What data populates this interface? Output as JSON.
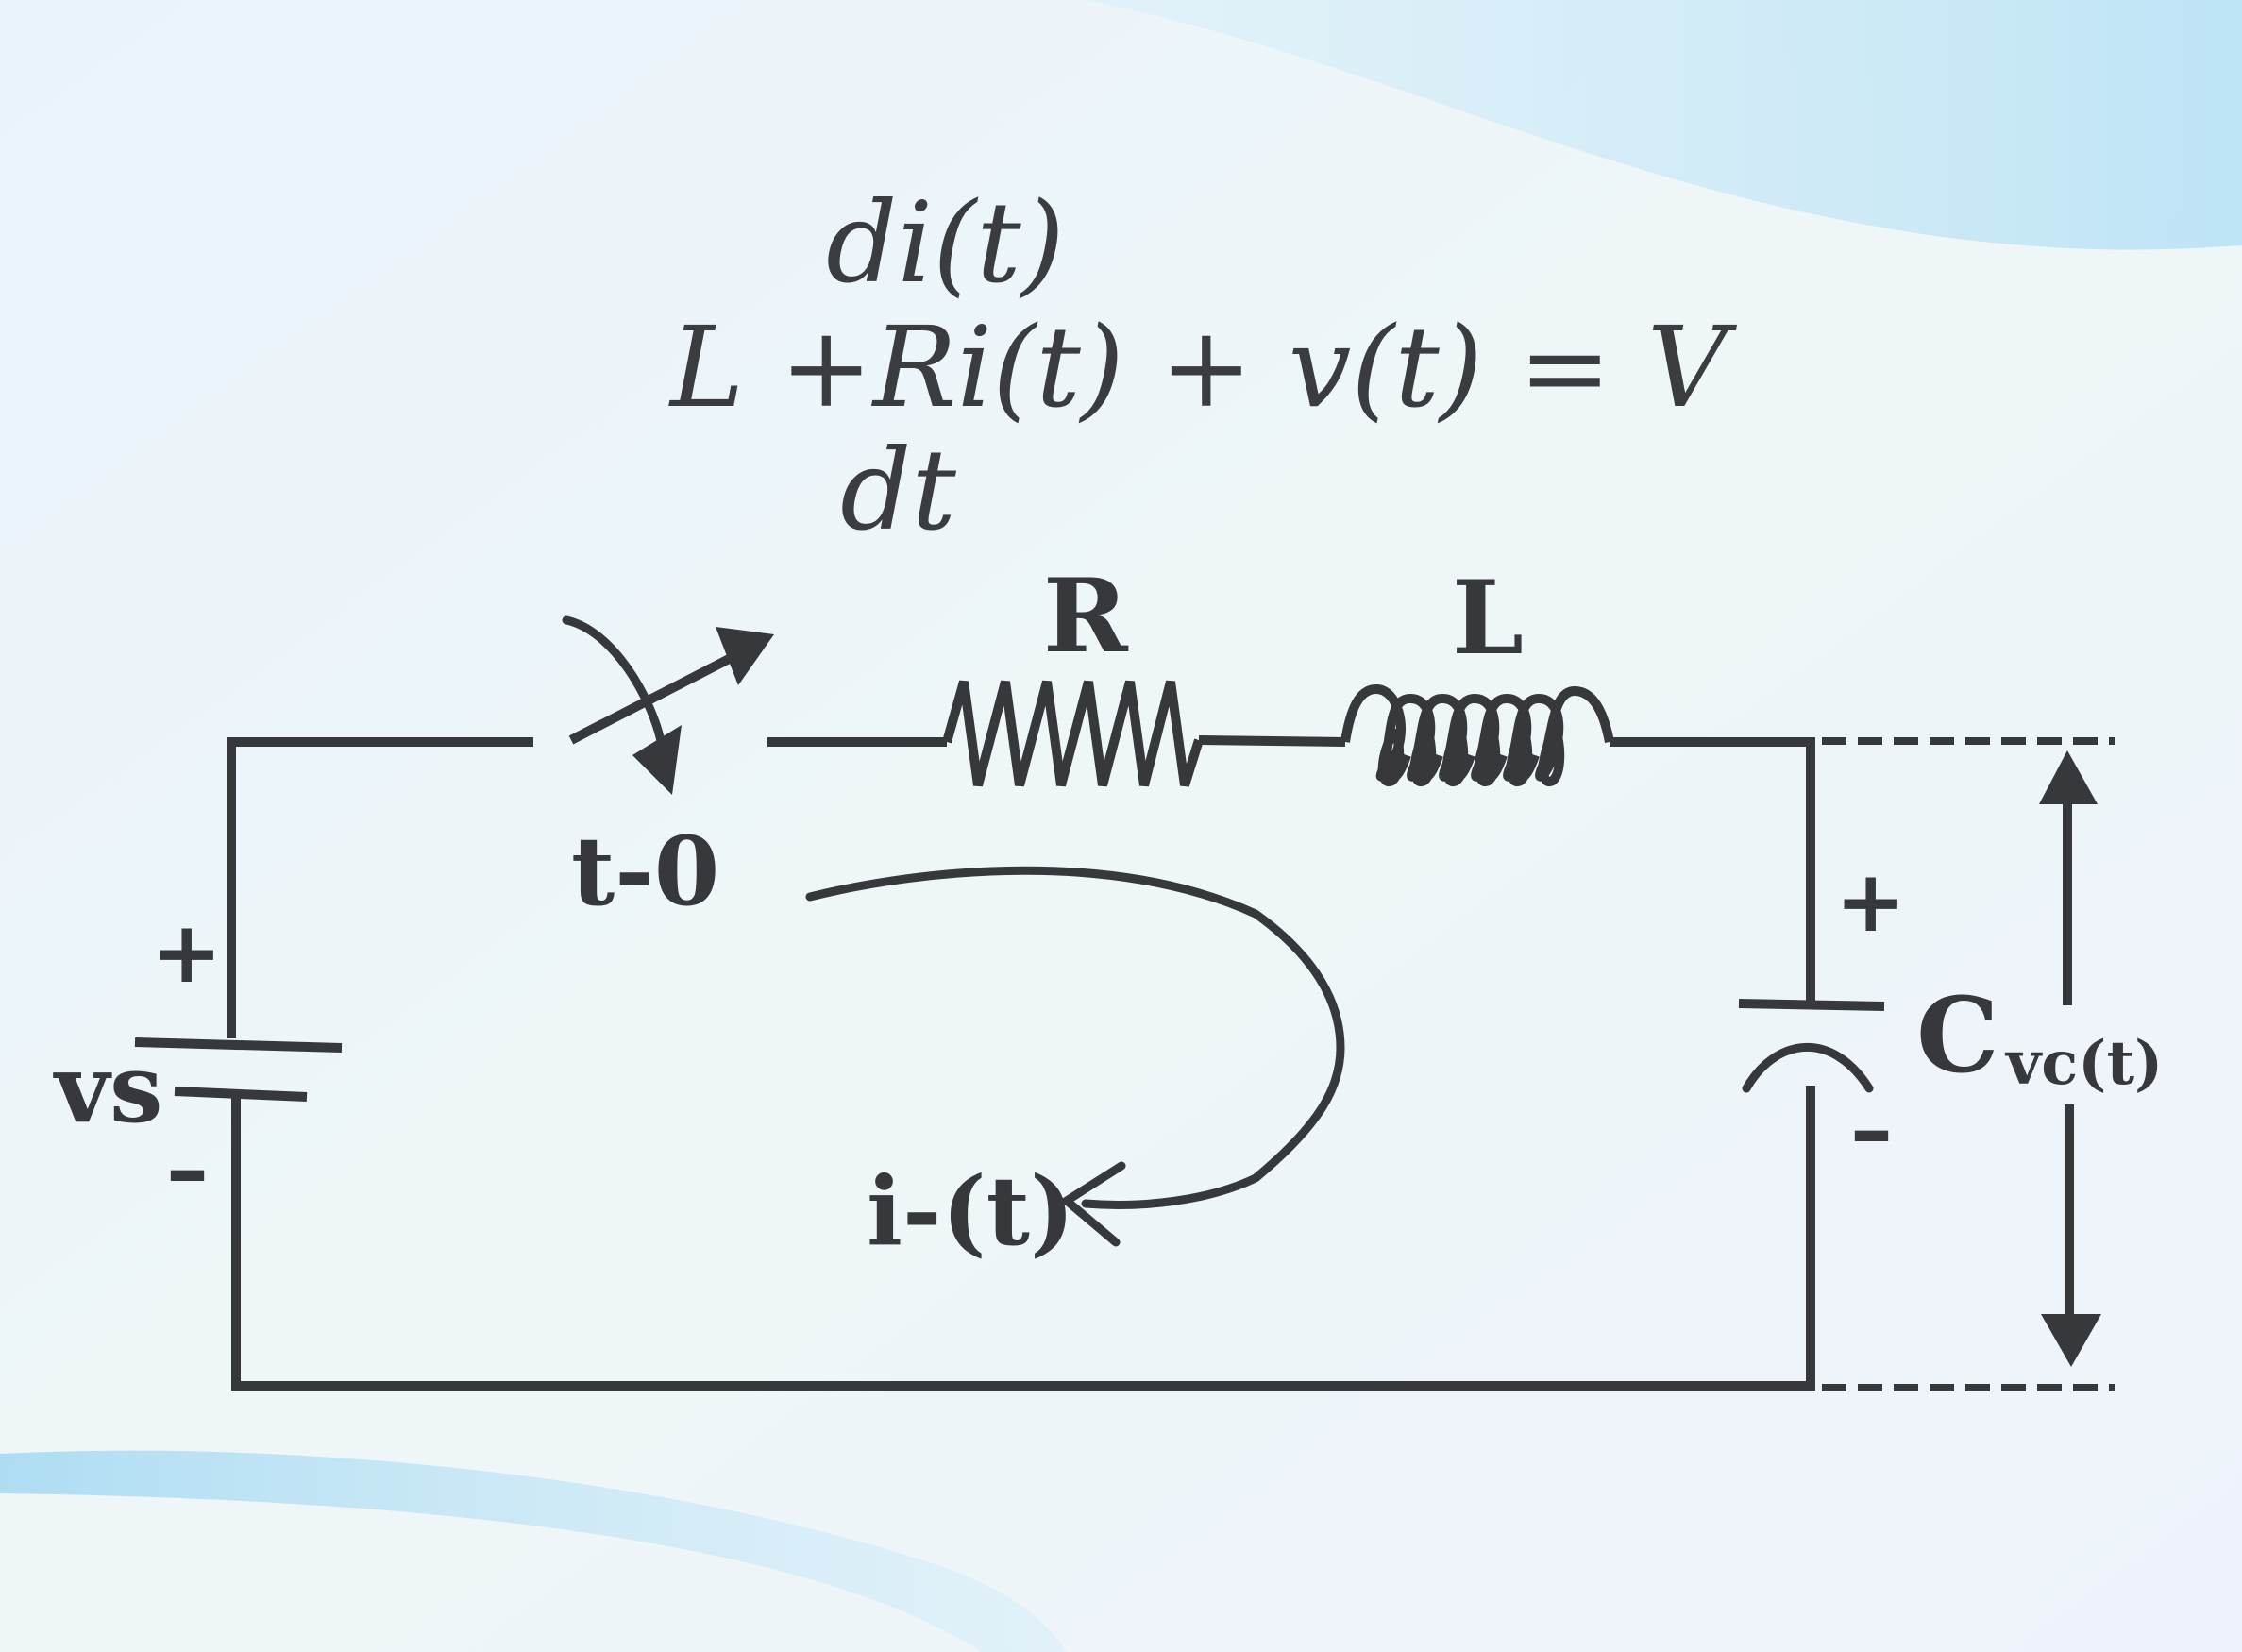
{
  "equation": {
    "numerator": "di(t)",
    "main_line": "L +Ri(t) + v(t) = V",
    "denominator": "dt"
  },
  "components": {
    "resistor_label": "R",
    "inductor_label": "L",
    "capacitor_label": "C",
    "capacitor_voltage_label": "vc(t)",
    "source_label": "vs",
    "switch_label": "t-0",
    "current_label": "i-(t)"
  },
  "polarity": {
    "source_plus": "+",
    "source_minus": "–",
    "cap_plus": "+",
    "cap_minus": "–"
  },
  "colors": {
    "ink": "#36383c",
    "background": "#eef4fb",
    "accent_wave": "#a9dcf3"
  }
}
